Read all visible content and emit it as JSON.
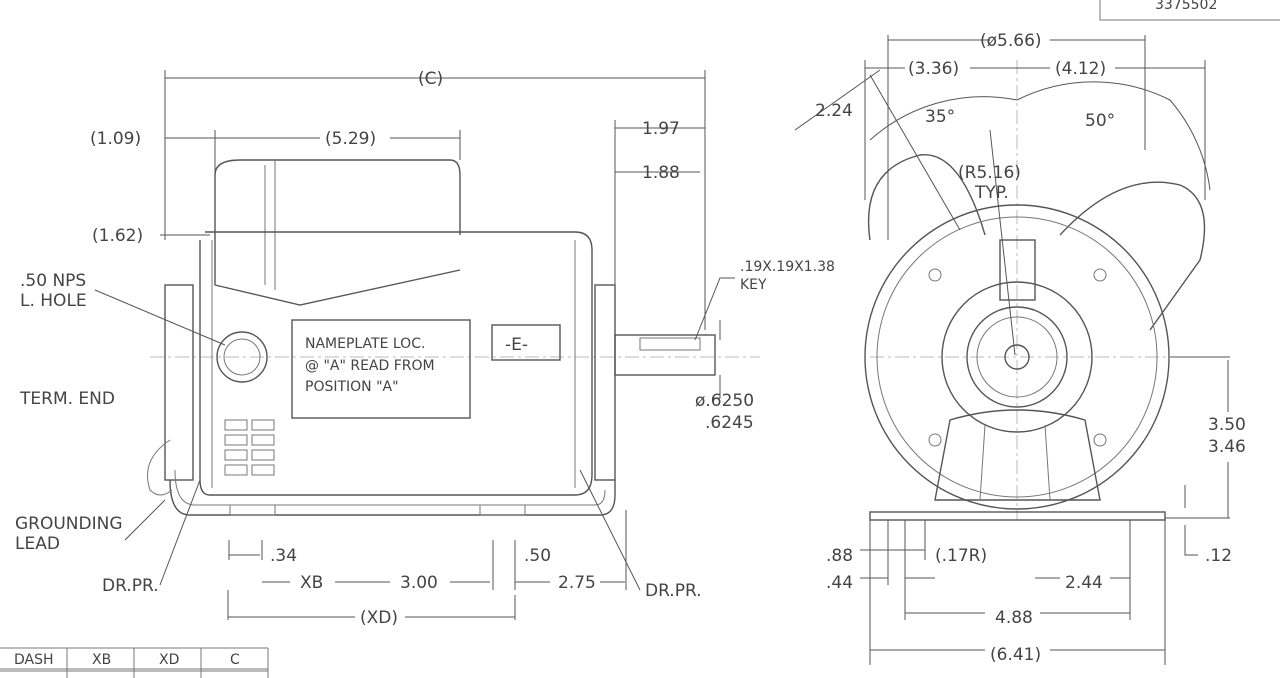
{
  "title_block": {
    "drawing_number": "3375502"
  },
  "side_view": {
    "dims": {
      "c": "(C)",
      "d109": "(1.09)",
      "d529": "(5.29)",
      "d197": "1.97",
      "d188": "1.88",
      "d162": "(1.62)",
      "d034": ".34",
      "d050": ".50",
      "xb": "XB",
      "d300": "3.00",
      "d275": "2.75",
      "xd": "(XD)"
    },
    "labels": {
      "nps1": ".50 NPS",
      "nps2": "L. HOLE",
      "term_end": "TERM. END",
      "ground1": "GROUNDING",
      "ground2": "LEAD",
      "drpr_left": "DR.PR.",
      "drpr_right": "DR.PR.",
      "key1": ".19X.19X1.38",
      "key2": "KEY",
      "shaft1": "ø.6250",
      "shaft2": ".6245",
      "e_mark": "-E-"
    },
    "nameplate": [
      "NAMEPLATE LOC.",
      "@ \"A\" READ FROM",
      "POSITION \"A\""
    ]
  },
  "end_view": {
    "dims": {
      "dia566": "(ø5.66)",
      "d336": "(3.36)",
      "d412": "(4.12)",
      "d224": "2.24",
      "a35": "35°",
      "a50": "50°",
      "r516": "(R5.16)",
      "typ": "TYP.",
      "d350": "3.50",
      "d346": "3.46",
      "d088": ".88",
      "r017": "(.17R)",
      "d012": ".12",
      "d044": ".44",
      "d244": "2.44",
      "d488": "4.88",
      "d641": "(6.41)"
    }
  },
  "table": {
    "headers": [
      "DASH",
      "XB",
      "XD",
      "C"
    ]
  }
}
